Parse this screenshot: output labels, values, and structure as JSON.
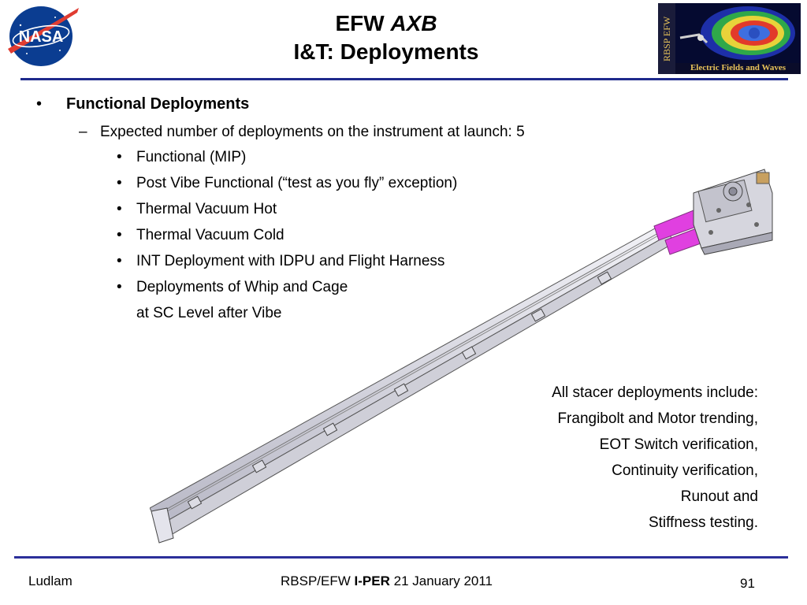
{
  "title": {
    "line1_prefix": "EFW",
    "line1_italic": "AXB",
    "line2": "I&T: Deployments"
  },
  "logos": {
    "nasa": "NASA",
    "efw_side": "RBSP EFW",
    "efw_caption": "Electric Fields and Waves"
  },
  "bullets": {
    "level1": "Functional Deployments",
    "level2": "Expected number of deployments on the instrument at launch: 5",
    "level3": [
      "Functional (MIP)",
      "Post Vibe Functional (“test as you fly” exception)",
      "Thermal Vacuum Hot",
      "Thermal Vacuum Cold",
      "INT Deployment with IDPU and Flight Harness",
      "Deployments of Whip and Cage",
      "at SC Level after Vibe"
    ]
  },
  "right_text": [
    "All stacer deployments include:",
    "Frangibolt and Motor trending,",
    "EOT Switch verification,",
    "Continuity verification,",
    "Runout and",
    "Stiffness testing."
  ],
  "footer": {
    "left": "Ludlam",
    "center_prefix": "RBSP/EFW",
    "center_bold": "I-PER",
    "center_suffix": "21 January 2011",
    "page": "91"
  },
  "colors": {
    "rule": "#1e2a8c",
    "accent_magenta": "#e040e0",
    "nasa_blue": "#0b3d91",
    "nasa_red": "#e03c31"
  }
}
